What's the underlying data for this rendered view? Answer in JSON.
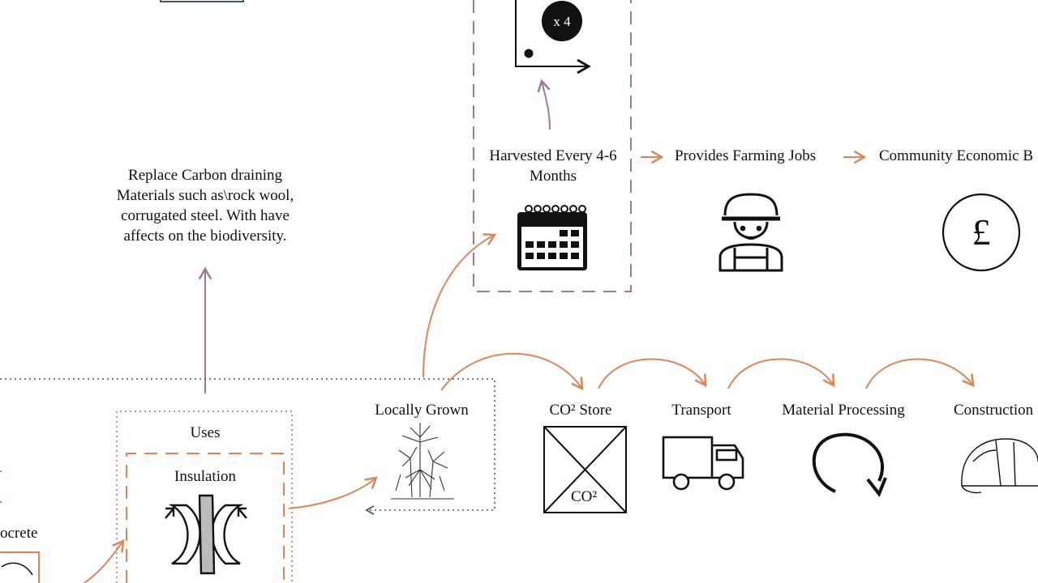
{
  "labels": {
    "harvested": "Harvested Every 4-6 Months",
    "farming_jobs": "Provides Farming Jobs",
    "community": "Community Economic B",
    "replace": "Replace Carbon draining Materials such as\\rock wool, corrugated steel. With have affects on the biodiversity.",
    "uses": "Uses",
    "insulation": "Insulation",
    "locally_grown": "Locally Grown",
    "co2_store": "CO² Store",
    "transport": "Transport",
    "material_processing": "Material Processing",
    "construction": "Construction",
    "hempcrete": "ocrete",
    "multiplier": "x 4",
    "co2_box": "CO²",
    "pound": "£"
  },
  "colors": {
    "orange": "#d9875a",
    "purple": "#a07898",
    "navy": "#3f5a70",
    "ink": "#111111"
  }
}
